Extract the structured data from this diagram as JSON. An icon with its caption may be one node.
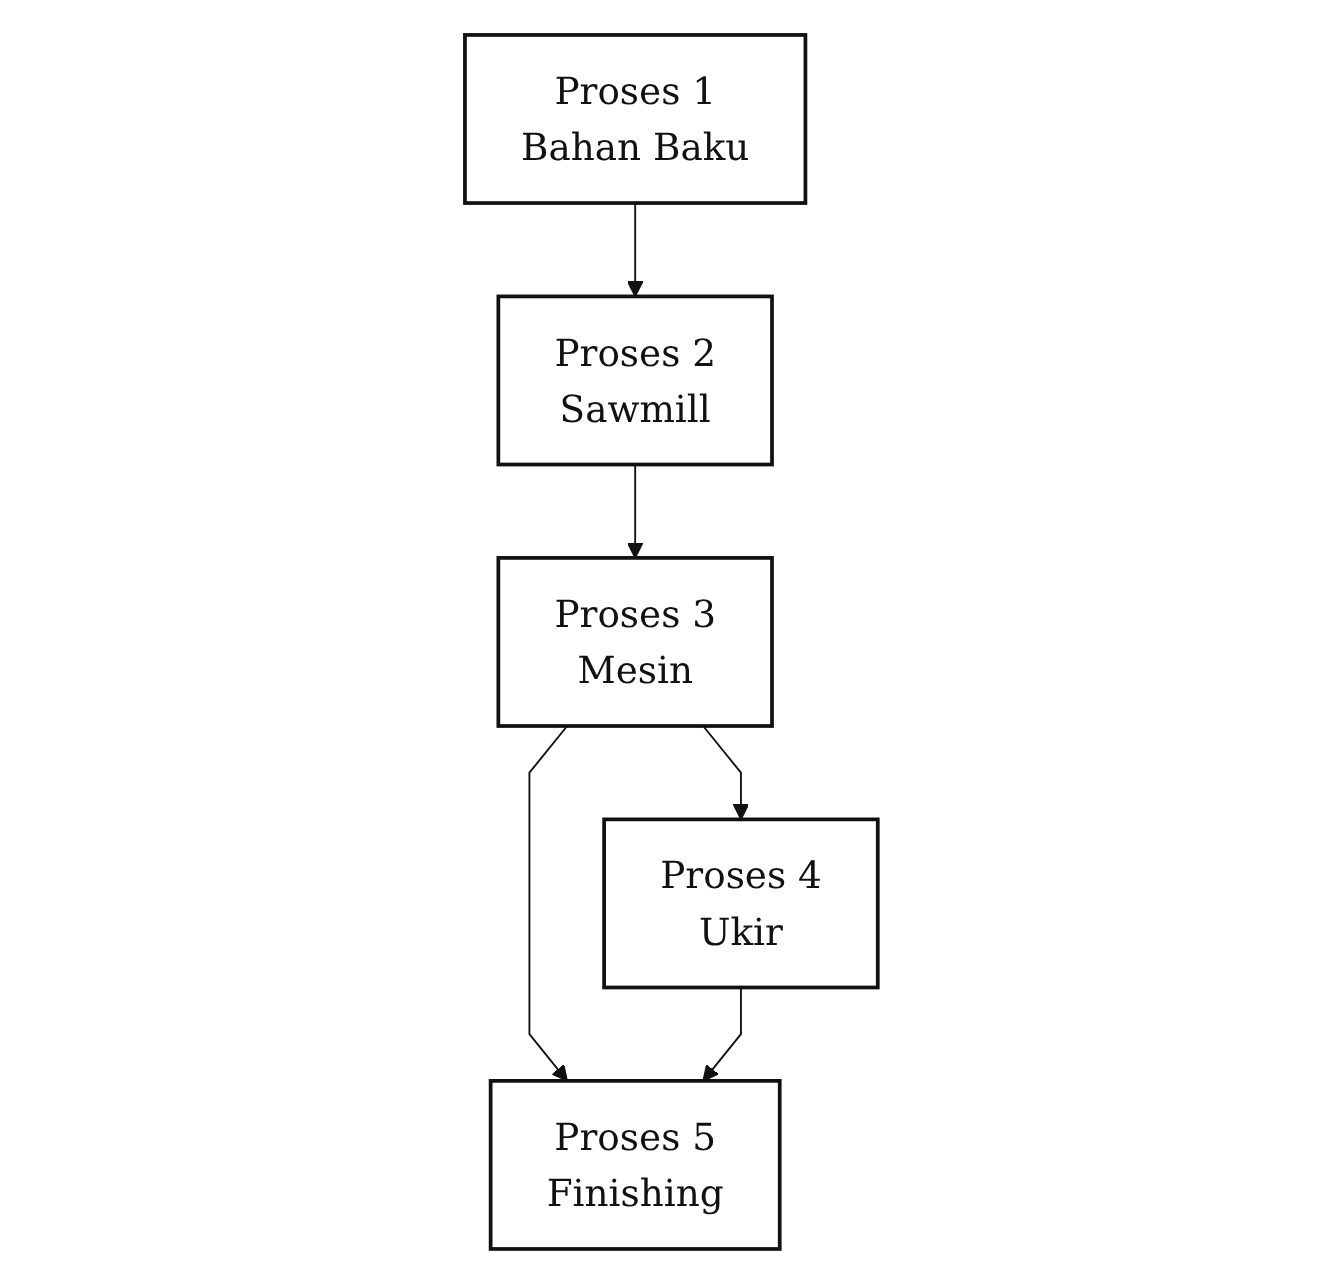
{
  "diagram": {
    "nodes": [
      {
        "text": [
          "Proses 1",
          "Bahan Baku"
        ]
      },
      {
        "text": [
          "Proses 2",
          "Sawmill"
        ]
      },
      {
        "text": [
          "Proses 3",
          "Mesin"
        ]
      },
      {
        "text": [
          "Proses 4",
          "Ukir"
        ]
      },
      {
        "text": [
          "Proses 5",
          "Finishing"
        ]
      }
    ],
    "edges": [
      {
        "from": 0,
        "to": 1,
        "arrow": "to"
      },
      {
        "from": 1,
        "to": 2,
        "arrow": "to"
      },
      {
        "from": 2,
        "to": 3,
        "arrow": "to"
      },
      {
        "from": 2,
        "to": 4,
        "arrow": "to"
      },
      {
        "from": 3,
        "to": 4,
        "arrow": "to"
      }
    ]
  }
}
